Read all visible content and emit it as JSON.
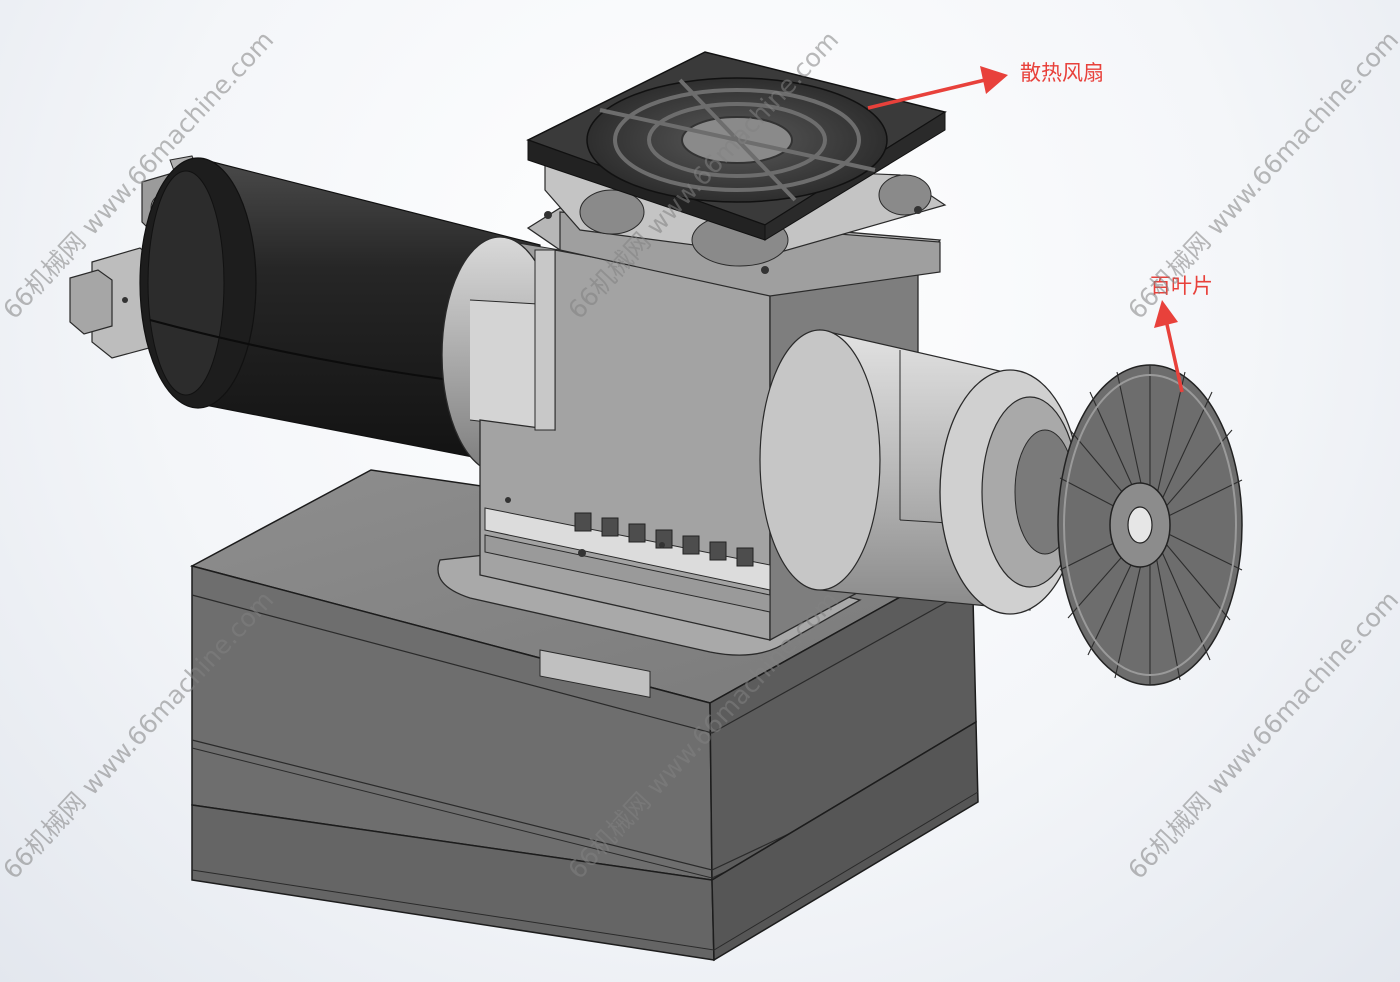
{
  "title_fragment": "",
  "callouts": {
    "fan": "散热风扇",
    "flap_disc": "百叶片"
  },
  "watermark": "66机械网 www.66machine.com",
  "colors": {
    "callout": "#e8413b",
    "model_dark": "#2b2b2b",
    "model_mid": "#8a8a8a",
    "model_light": "#c9c9c9"
  }
}
